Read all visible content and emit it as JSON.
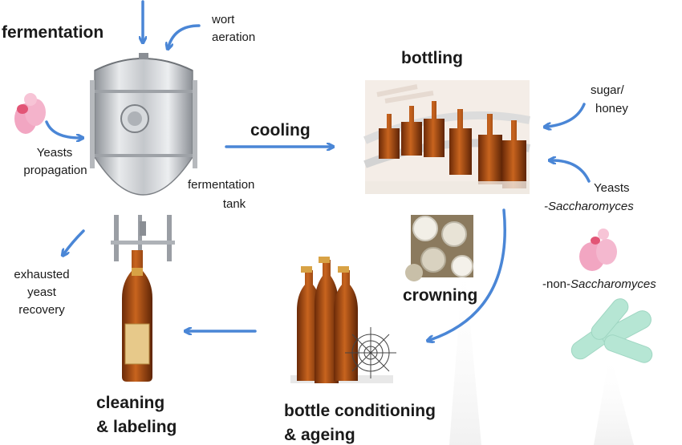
{
  "labels": {
    "fermentation": "fermentation",
    "wort": "wort",
    "aeration": "aeration",
    "bottling": "bottling",
    "sugar_honey_1": "sugar/",
    "sugar_honey_2": "honey",
    "cooling": "cooling",
    "yeasts_prop_1": "Yeasts",
    "yeasts_prop_2": "propagation",
    "ferm_tank_1": "fermentation",
    "ferm_tank_2": "tank",
    "yeasts_sacch_1": "Yeasts",
    "yeasts_sacch_2": "-Saccharomyces",
    "non_sacch": "-non-Saccharomyces",
    "exhausted_1": "exhausted",
    "exhausted_2": "yeast",
    "exhausted_3": "recovery",
    "crowning": "crowning",
    "cleaning_1": "cleaning",
    "cleaning_2": "& labeling",
    "bottle_cond_1": "bottle conditioning",
    "bottle_cond_2": "& ageing"
  },
  "colors": {
    "arrow": "#4a86d6",
    "bottle_amber": "#b5571c",
    "tank_steel": "#c9ccd0",
    "yeast_pink": "#f2a6c2",
    "bacteria_mint": "#b6e6d4"
  }
}
